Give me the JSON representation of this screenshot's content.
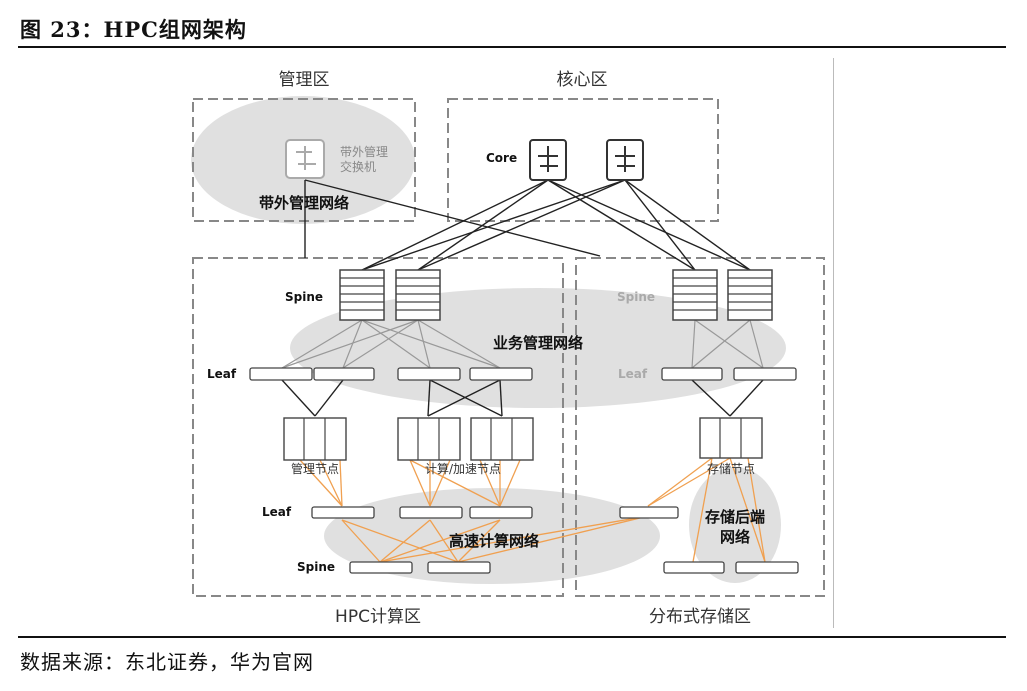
{
  "figure": {
    "title": "图 23：HPC组网架构",
    "source": "数据来源：东北证券，华为官网"
  },
  "zones": {
    "management": "管理区",
    "core": "核心区",
    "hpc": "HPC计算区",
    "storage": "分布式存储区"
  },
  "nodes": {
    "oob_switch": [
      "带外管理",
      "交换机"
    ],
    "core": "Core",
    "spine": "Spine",
    "spine_storage": "Spine",
    "leaf": "Leaf",
    "leaf_storage": "Leaf",
    "leaf_hs": "Leaf",
    "spine_hs": "Spine",
    "mgmt_nodes": "管理节点",
    "compute_nodes": "计算/加速节点",
    "storage_nodes": "存储节点"
  },
  "networks": {
    "oob": "带外管理网络",
    "business": "业务管理网络",
    "high_speed": "高速计算网络",
    "storage_backend": [
      "存储后端",
      "网络"
    ]
  },
  "colors": {
    "orange_link": "#f0a050",
    "dark_link": "#222222",
    "gray_link": "#999999",
    "ellipse": "#e0e0e0"
  }
}
